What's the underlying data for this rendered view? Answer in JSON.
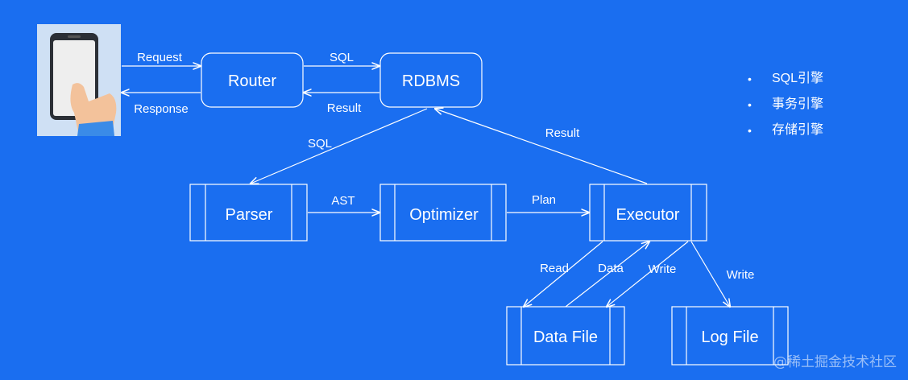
{
  "nodes": {
    "router": "Router",
    "rdbms": "RDBMS",
    "parser": "Parser",
    "optimizer": "Optimizer",
    "executor": "Executor",
    "data_file": "Data File",
    "log_file": "Log File"
  },
  "edges": {
    "request": "Request",
    "response": "Response",
    "sql_router_rdbms": "SQL",
    "result_rdbms_router": "Result",
    "sql_rdbms_parser": "SQL",
    "result_executor_rdbms": "Result",
    "ast": "AST",
    "plan": "Plan",
    "read": "Read",
    "data": "Data",
    "write_data": "Write",
    "write_log": "Write"
  },
  "engines": [
    "SQL引擎",
    "事务引擎",
    "存储引擎"
  ],
  "watermark": "@稀土掘金技术社区",
  "colors": {
    "background": "#1a6ef0",
    "stroke": "#ffffff"
  },
  "icons": {
    "phone": "hand-holding-phone-icon"
  }
}
